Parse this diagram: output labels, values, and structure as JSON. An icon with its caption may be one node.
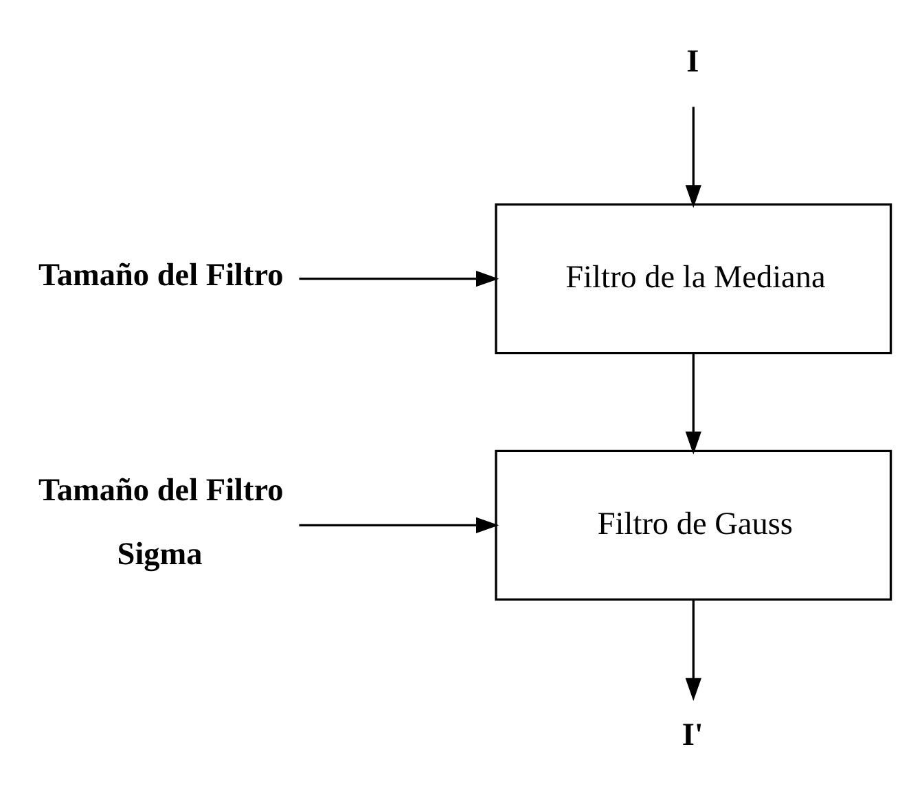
{
  "diagram": {
    "nodes": [
      {
        "text": [
          "I"
        ]
      },
      {
        "text": [
          "Filtro de la Mediana"
        ]
      },
      {
        "text": [
          "Tamaño del Filtro"
        ]
      },
      {
        "text": [
          "Filtro de Gauss"
        ]
      },
      {
        "text": [
          "Tamaño del Filtro",
          "Sigma"
        ]
      },
      {
        "text": [
          "I'"
        ]
      }
    ],
    "edges": [
      {
        "from": 0,
        "to": 1,
        "arrow": "to"
      },
      {
        "from": 2,
        "to": 1,
        "arrow": "to"
      },
      {
        "from": 1,
        "to": 3,
        "arrow": "to"
      },
      {
        "from": 4,
        "to": 3,
        "arrow": "to"
      },
      {
        "from": 3,
        "to": 5,
        "arrow": "to"
      }
    ]
  }
}
